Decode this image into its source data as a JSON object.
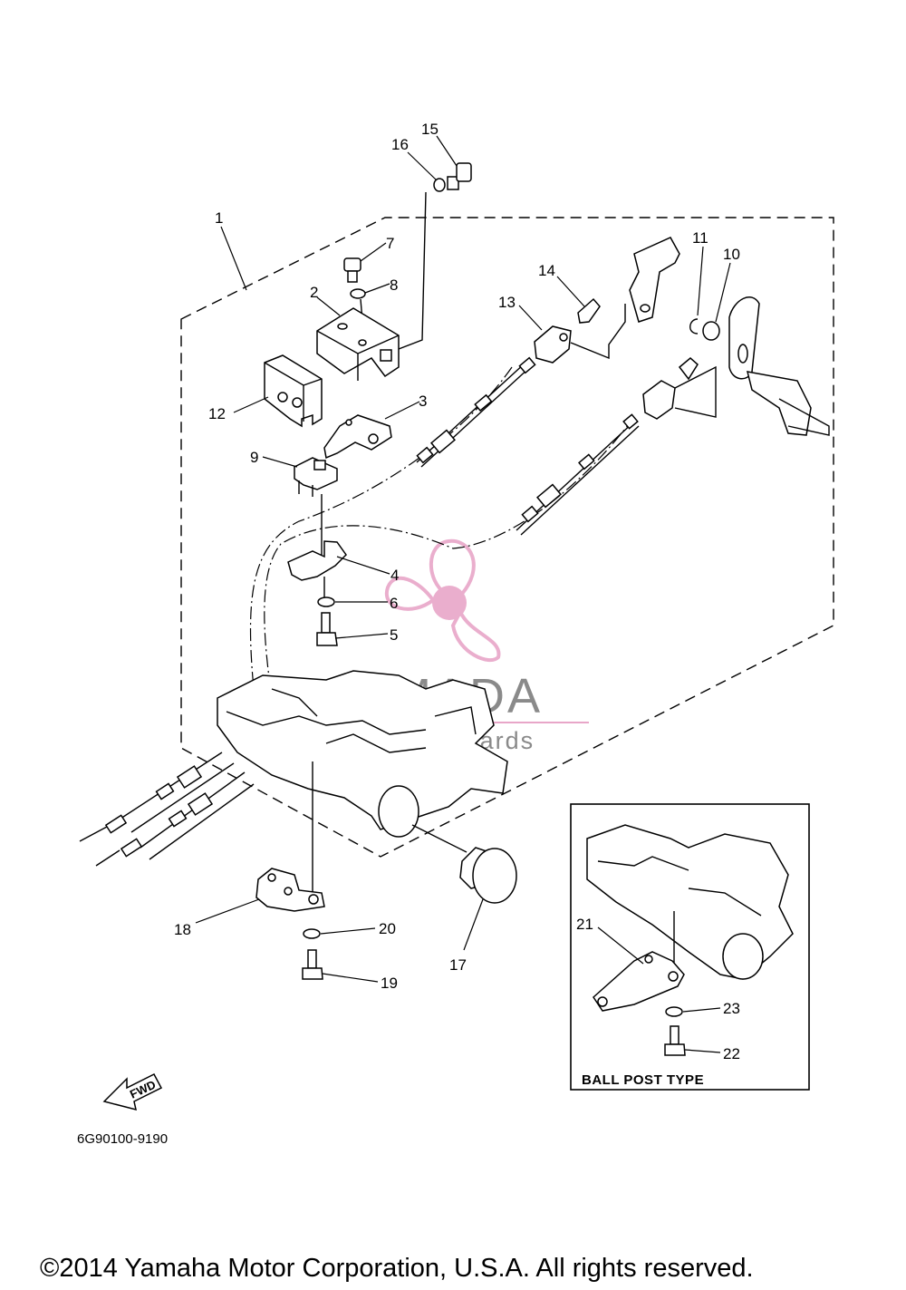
{
  "diagram": {
    "callouts": [
      "1",
      "2",
      "3",
      "4",
      "5",
      "6",
      "7",
      "8",
      "9",
      "10",
      "11",
      "12",
      "13",
      "14",
      "15",
      "16",
      "17",
      "18",
      "19",
      "20",
      "21",
      "22",
      "23"
    ],
    "diagram_code": "6G90100-9190",
    "inset_label": "BALL POST TYPE",
    "fwd_label": "FWD"
  },
  "watermark": {
    "title": "ARMADA",
    "subtitle": "marine outboards",
    "colors": {
      "propeller": "#e8a6c8",
      "text": "#8a8a8a"
    }
  },
  "footer": {
    "copyright": "©2014 Yamaha Motor Corporation, U.S.A. All rights reserved."
  }
}
